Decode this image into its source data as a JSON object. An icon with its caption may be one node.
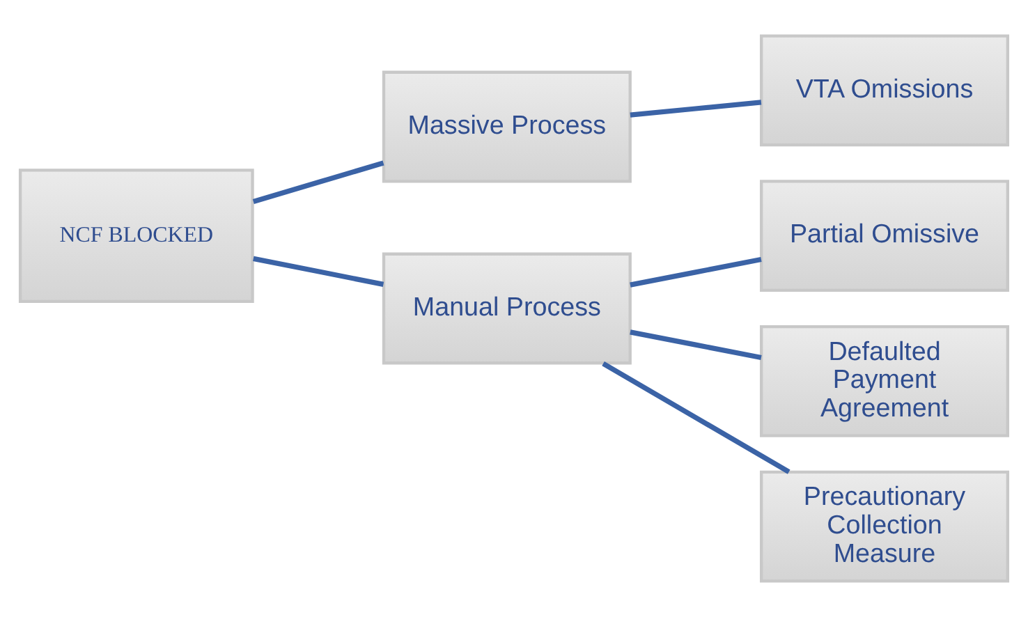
{
  "diagram": {
    "nodes": [
      {
        "text": [
          "NCF BLOCKED"
        ]
      },
      {
        "text": [
          "Massive Process"
        ]
      },
      {
        "text": [
          "VTA Omissions"
        ]
      },
      {
        "text": [
          "Manual Process"
        ]
      },
      {
        "text": [
          "Partial Omissive"
        ]
      },
      {
        "text": [
          "Defaulted Payment Agreement"
        ]
      },
      {
        "text": [
          "Precautionary Collection Measure"
        ]
      }
    ],
    "edges": [
      {
        "from": 0,
        "to": 1,
        "arrow": "none"
      },
      {
        "from": 0,
        "to": 3,
        "arrow": "none"
      },
      {
        "from": 1,
        "to": 2,
        "arrow": "none"
      },
      {
        "from": 3,
        "to": 4,
        "arrow": "none"
      },
      {
        "from": 3,
        "to": 5,
        "arrow": "none"
      },
      {
        "from": 3,
        "to": 6,
        "arrow": "none"
      }
    ]
  }
}
